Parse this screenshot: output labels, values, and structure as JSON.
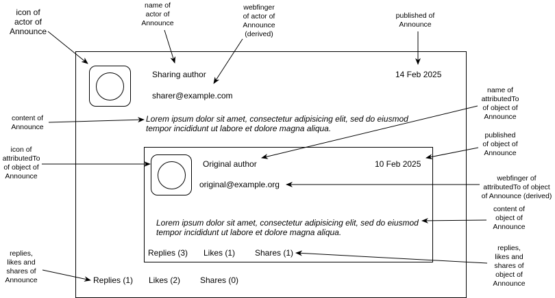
{
  "announce": {
    "actor_name": "Sharing author",
    "actor_webfinger": "sharer@example.com",
    "published": "14 Feb 2025",
    "content_line1": "Lorem ipsum dolor sit amet, consectetur adipisicing elit, sed do eiusmod",
    "content_line2": "tempor incididunt ut labore et dolore magna aliqua.",
    "replies": "Replies (1)",
    "likes": "Likes (2)",
    "shares": "Shares (0)"
  },
  "object": {
    "author_name": "Original author",
    "author_webfinger": "original@example.org",
    "published": "10 Feb 2025",
    "content_line1": "Lorem ipsum dolor sit amet, consectetur adipisicing elit, sed do eiusmod",
    "content_line2": "tempor incididunt ut labore et dolore magna aliqua.",
    "replies": "Replies (3)",
    "likes": "Likes (1)",
    "shares": "Shares (1)"
  },
  "annotations": {
    "icon_of_actor": [
      "icon of",
      "actor of",
      "Announce"
    ],
    "name_of_actor": [
      "name of",
      "actor of",
      "Announce"
    ],
    "webfinger_of_actor": [
      "webfinger",
      "of actor of",
      "Announce",
      "(derived)"
    ],
    "published_of_announce": [
      "published of",
      "Announce"
    ],
    "content_of_announce": [
      "content of",
      "Announce"
    ],
    "icon_of_attributed": [
      "icon of",
      "attributedTo",
      "of object of",
      "Announce"
    ],
    "name_of_attributed": [
      "name of",
      "attributedTo",
      "of object of",
      "Announce"
    ],
    "published_of_object": [
      "published",
      "of object of",
      "Announce"
    ],
    "webfinger_of_attributed": [
      "webfinger of",
      "attributedTo of object",
      "of Announce (derived)"
    ],
    "content_of_object": [
      "content of",
      "object of",
      "Announce"
    ],
    "counts_of_announce": [
      "replies,",
      "likes and",
      "shares of",
      "Announce"
    ],
    "counts_of_object": [
      "replies,",
      "likes and",
      "shares of",
      "object of",
      "Announce"
    ]
  }
}
